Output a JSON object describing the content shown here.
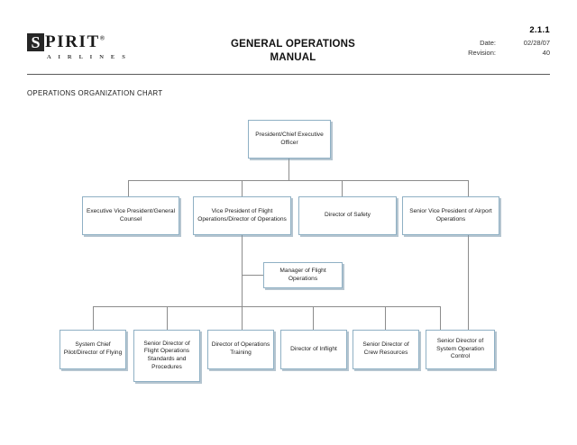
{
  "document": {
    "brand": {
      "logo_s": "S",
      "logo_rest": "PIRIT",
      "logo_tm": "®",
      "logo_sub": "A I R L I N E S"
    },
    "title_line1": "GENERAL OPERATIONS",
    "title_line2": "MANUAL",
    "meta": {
      "doc_number": "2.1.1",
      "date_label": "Date:",
      "date_value": "02/28/07",
      "revision_label": "Revision:",
      "revision_value": "40"
    },
    "section_title": "OPERATIONS ORGANIZATION CHART"
  },
  "chart_data": {
    "type": "diagram",
    "title": "OPERATIONS ORGANIZATION CHART",
    "node_border_color": "#8fb0c4",
    "connector_color": "#8c8c8c",
    "nodes": [
      {
        "id": "ceo",
        "label": "President/Chief Executive Officer",
        "level": 0
      },
      {
        "id": "evp",
        "label": "Executive Vice President/General Counsel",
        "level": 1
      },
      {
        "id": "vpfo",
        "label": "Vice President of Flight Operations/Director of Operations",
        "level": 1
      },
      {
        "id": "dos",
        "label": "Director of Safety",
        "level": 1
      },
      {
        "id": "svpao",
        "label": "Senior Vice President of Airport Operations",
        "level": 1
      },
      {
        "id": "mgrfo",
        "label": "Manager of Flight Operations",
        "level": 2
      },
      {
        "id": "scp",
        "label": "System Chief Pilot/Director of Flying",
        "level": 3
      },
      {
        "id": "sdfosp",
        "label": "Senior Director of Flight Operations Standards and Procedures",
        "level": 3
      },
      {
        "id": "dot",
        "label": "Director of Operations Training",
        "level": 3
      },
      {
        "id": "doi",
        "label": "Director of Inflight",
        "level": 3
      },
      {
        "id": "sdcr",
        "label": "Senior Director of Crew Resources",
        "level": 3
      },
      {
        "id": "sdsoc",
        "label": "Senior Director of System Operation Control",
        "level": 3
      }
    ],
    "edges": [
      {
        "from": "ceo",
        "to": "evp"
      },
      {
        "from": "ceo",
        "to": "vpfo"
      },
      {
        "from": "ceo",
        "to": "dos"
      },
      {
        "from": "ceo",
        "to": "svpao"
      },
      {
        "from": "vpfo",
        "to": "mgrfo"
      },
      {
        "from": "vpfo",
        "to": "scp"
      },
      {
        "from": "vpfo",
        "to": "sdfosp"
      },
      {
        "from": "vpfo",
        "to": "dot"
      },
      {
        "from": "vpfo",
        "to": "doi"
      },
      {
        "from": "vpfo",
        "to": "sdcr"
      },
      {
        "from": "vpfo",
        "to": "sdsoc"
      },
      {
        "from": "svpao",
        "to": "sdsoc"
      }
    ]
  }
}
